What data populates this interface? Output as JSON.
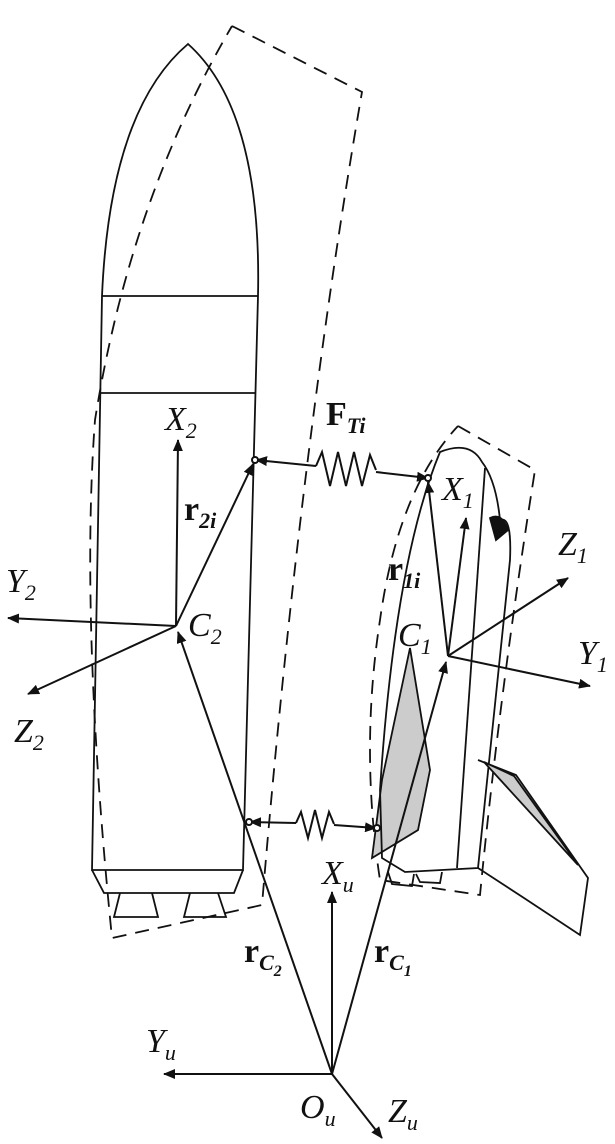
{
  "labels": {
    "x2": {
      "main": "X",
      "sub": "2"
    },
    "y2": {
      "main": "Y",
      "sub": "2"
    },
    "z2": {
      "main": "Z",
      "sub": "2"
    },
    "c2": {
      "main": "C",
      "sub": "2"
    },
    "r2i": {
      "main": "r",
      "sub": "2i"
    },
    "x1": {
      "main": "X",
      "sub": "1"
    },
    "y1": {
      "main": "Y",
      "sub": "1"
    },
    "z1": {
      "main": "Z",
      "sub": "1"
    },
    "c1": {
      "main": "C",
      "sub": "1"
    },
    "r1i": {
      "main": "r",
      "sub": "1i"
    },
    "fti": {
      "main": "F",
      "sub": "Ti"
    },
    "xu": {
      "main": "X",
      "sub": "u"
    },
    "yu": {
      "main": "Y",
      "sub": "u"
    },
    "zu": {
      "main": "Z",
      "sub": "u"
    },
    "ou": {
      "main": "O",
      "sub": "u"
    },
    "rc2": {
      "main": "r",
      "sub": "C",
      "subsub": "2"
    },
    "rc1": {
      "main": "r",
      "sub": "C",
      "subsub": "1"
    }
  },
  "colors": {
    "line": "#111111",
    "wing_fill": "#cccccc"
  }
}
